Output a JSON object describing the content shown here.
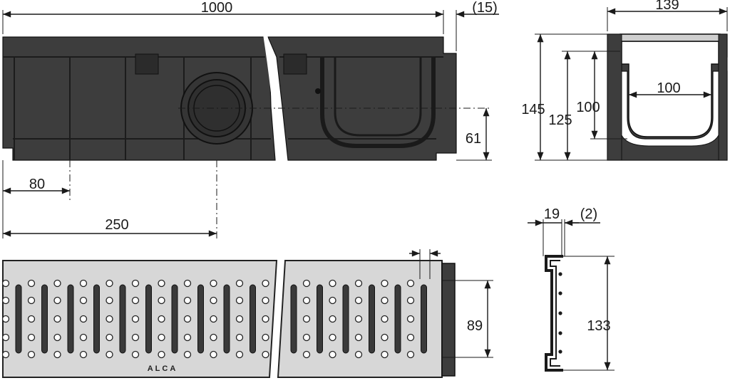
{
  "dimensions": {
    "total_length": "1000",
    "overhang": "(15)",
    "top_width": "139",
    "total_height": "145",
    "height_125": "125",
    "inner_depth": "100",
    "inner_width": "100",
    "outlet_height": "61",
    "offset_80": "80",
    "offset_250": "250",
    "grate_width": "89",
    "grate_thickness": "19",
    "grate_gap": "(2)",
    "grate_height": "133"
  },
  "grate_brand": "ALCA",
  "colors": {
    "channel": "#3d3d3d",
    "grate": "#d7d7d7",
    "lines": "#1a1a1a"
  }
}
